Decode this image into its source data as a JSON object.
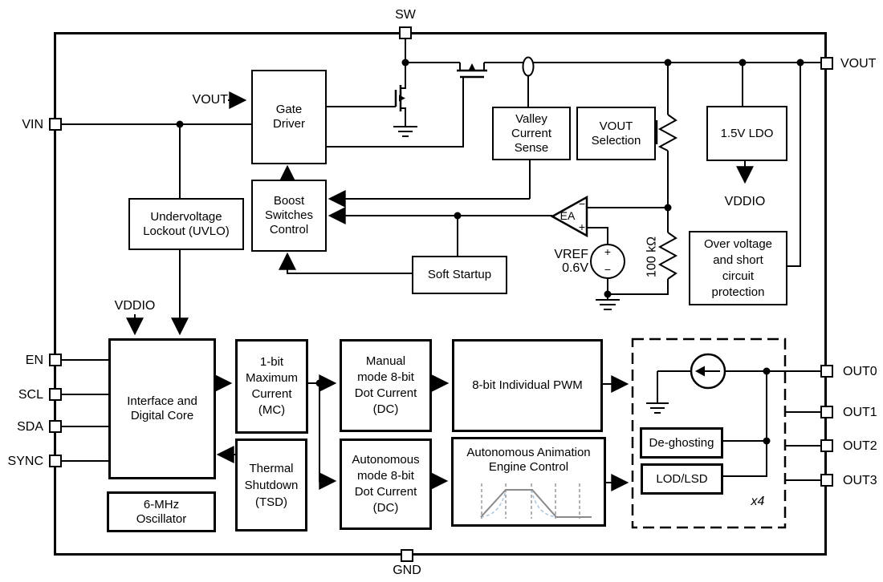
{
  "pins": {
    "sw": "SW",
    "vin": "VIN",
    "vout": "VOUT",
    "gnd": "GND",
    "en": "EN",
    "scl": "SCL",
    "sda": "SDA",
    "sync": "SYNC",
    "out0": "OUT0",
    "out1": "OUT1",
    "out2": "OUT2",
    "out3": "OUT3"
  },
  "blocks": {
    "gate_driver": "Gate\nDriver",
    "uvlo": "Undervoltage\nLockout (UVLO)",
    "boost": "Boost\nSwitches\nControl",
    "soft_startup": "Soft Startup",
    "valley": "Valley\nCurrent\nSense",
    "vout_sel": "VOUT\nSelection",
    "ldo": "1.5V LDO",
    "ovp": "Over voltage\nand short\ncircuit\nprotection",
    "interface": "Interface and\nDigital Core",
    "mc": "1-bit\nMaximum\nCurrent\n(MC)",
    "manual_dc": "Manual\nmode 8-bit\nDot Current\n(DC)",
    "pwm": "8-bit Individual PWM",
    "tsd": "Thermal\nShutdown\n(TSD)",
    "auto_dc": "Autonomous\nmode 8-bit\nDot Current\n(DC)",
    "anim": "Autonomous Animation\nEngine Control",
    "osc": "6-MHz\nOscillator",
    "deghost": "De-ghosting",
    "lodlsd": "LOD/LSD"
  },
  "labels": {
    "vout_feedback": "VOUT",
    "vddio_core": "VDDIO",
    "vddio_ldo": "VDDIO",
    "vref": "VREF\n0.6V",
    "vref_plus": "+",
    "vref_minus": "−",
    "r100k": "100 kΩ",
    "ea": "EA",
    "ea_minus": "−",
    "ea_plus": "+",
    "x4": "x4"
  },
  "colors": {
    "wire": "#000000",
    "waveform_solid": "#8a8a8a",
    "waveform_dashed": "#a9c4dc"
  }
}
